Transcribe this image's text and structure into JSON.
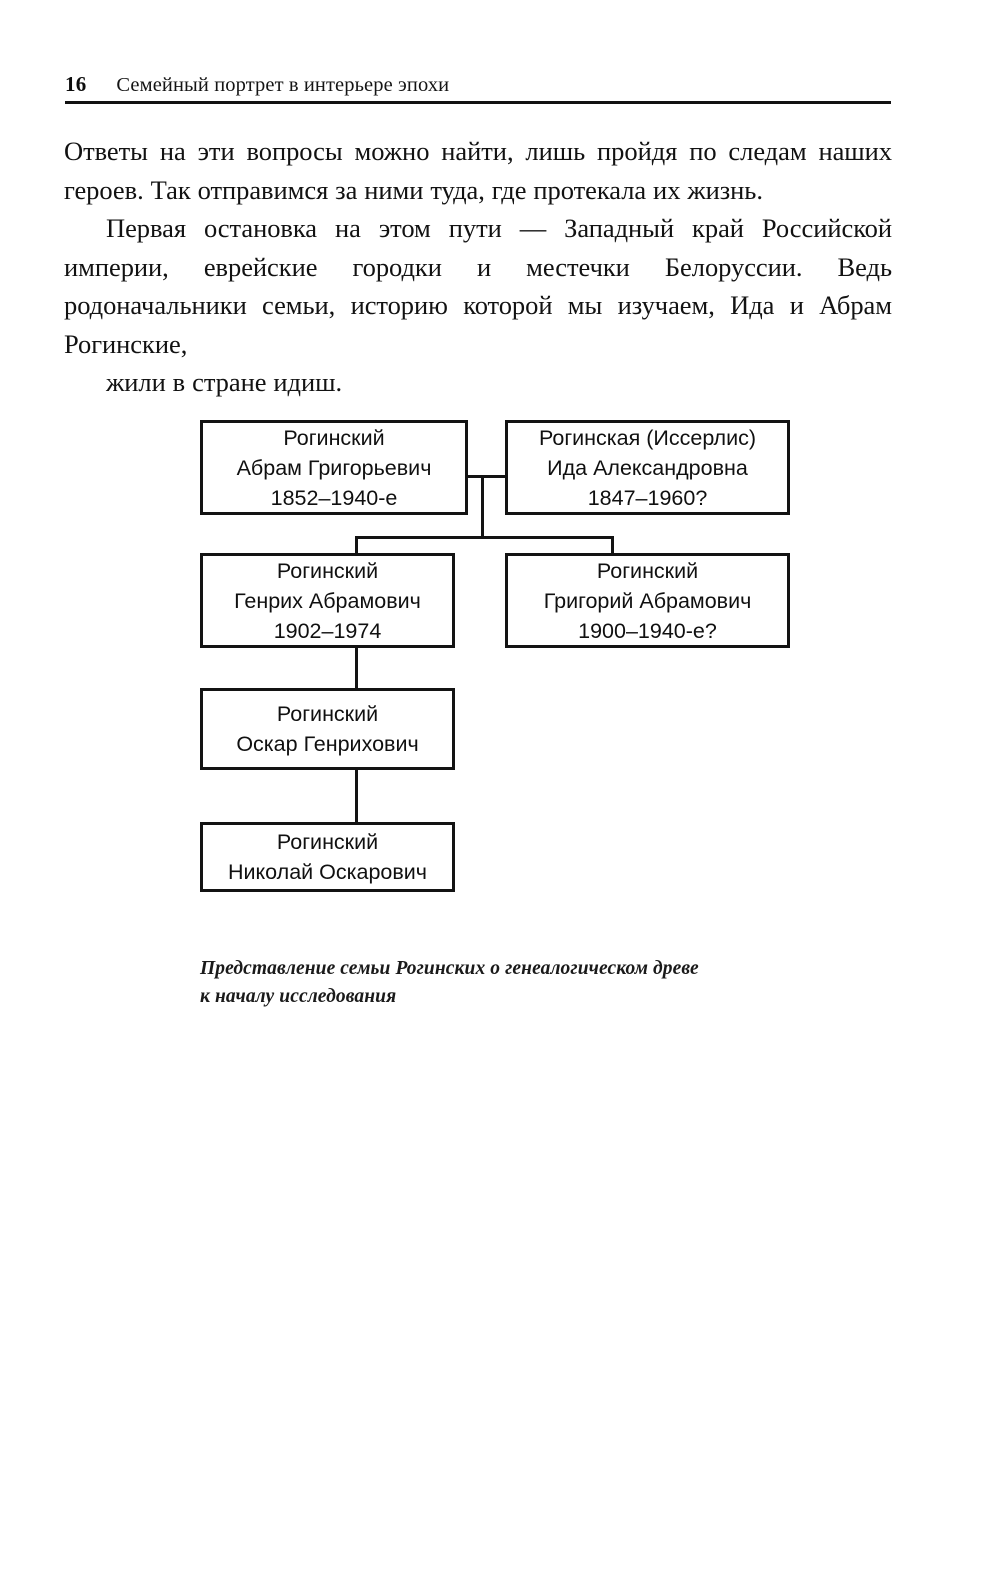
{
  "page": {
    "folio": "16",
    "running_title": "Семейный портрет в интерьере эпохи"
  },
  "body": {
    "paragraph_1": "Ответы на эти вопросы можно найти, лишь пройдя по следам наших героев. Так отправимся за ними туда, где протекала их жизнь.",
    "paragraph_2_main": "Первая остановка на этом пути — Западный край Российской империи, еврейские городки и местечки Белоруссии. Ведь родоначальники семьи, историю которой мы изучаем, Ида и Абрам Рогинские,",
    "paragraph_2_last": "жили в стране идиш."
  },
  "diagram": {
    "nodes": [
      {
        "id": "abram",
        "surname": "Рогинский",
        "given": "Абрам Григорьевич",
        "dates": "1852–1940-е"
      },
      {
        "id": "ida",
        "surname": "Рогинская (Иссерлис)",
        "given": "Ида Александровна",
        "dates": "1847–1960?"
      },
      {
        "id": "genrih",
        "surname": "Рогинский",
        "given": "Генрих Абрамович",
        "dates": "1902–1974"
      },
      {
        "id": "grigory",
        "surname": "Рогинский",
        "given": "Григорий Абрамович",
        "dates": "1900–1940-е?"
      },
      {
        "id": "oskar",
        "surname": "Рогинский",
        "given": "Оскар Генрихович",
        "dates": ""
      },
      {
        "id": "nikolay",
        "surname": "Рогинский",
        "given": "Николай Оскарович",
        "dates": ""
      }
    ]
  },
  "caption": {
    "line_1": "Представление семьи Рогинских о генеалогическом древе",
    "line_2": "к началу исследования"
  }
}
